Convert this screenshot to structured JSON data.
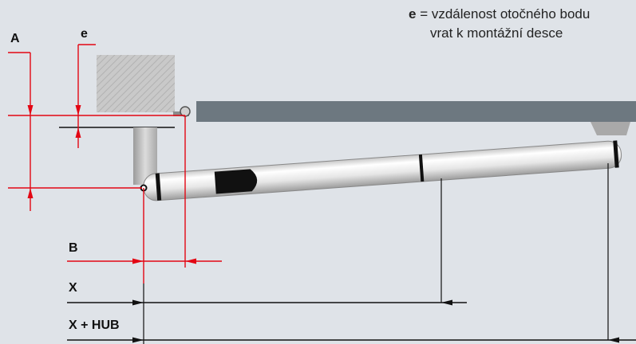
{
  "labels": {
    "A": "A",
    "e": "e",
    "B": "B",
    "X": "X",
    "X_HUB": "X + HUB"
  },
  "legend": {
    "key": "e",
    "eq": " = ",
    "line1": "vzdálenost otočného bodu",
    "line2": "vrat k montážní desce"
  },
  "colors": {
    "background": "#dfe3e8",
    "dimension": "#e30613",
    "extension_line": "#111111",
    "gate_beam": "#6d7880",
    "motor_body": "#e9e9e9"
  }
}
